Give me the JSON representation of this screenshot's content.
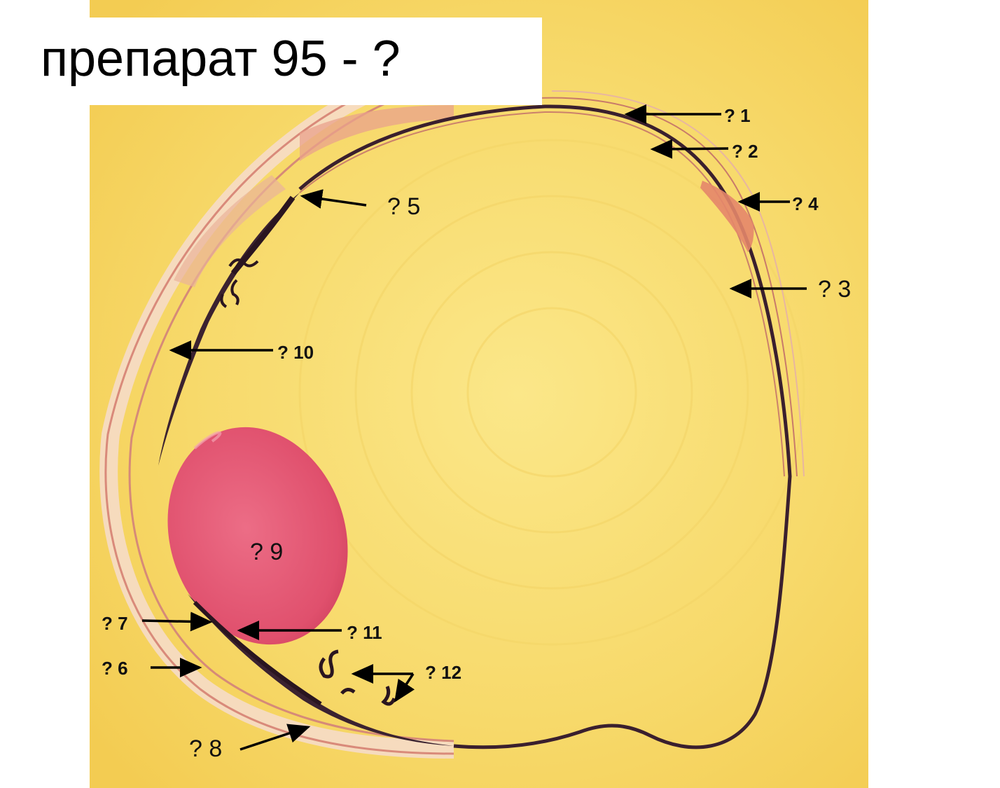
{
  "title": "препарат 95 - ?",
  "labels": {
    "l1": "? 1",
    "l2": "? 2",
    "l3": "? 3",
    "l4": "? 4",
    "l5": "? 5",
    "l6": "? 6",
    "l7": "? 7",
    "l8": "? 8",
    "l9": "? 9",
    "l10": "? 10",
    "l11": "? 11",
    "l12": "? 12"
  },
  "colors": {
    "background": "#f2c94c",
    "wall": "#3a1f2e",
    "sclera": "#e8a090",
    "lens": "#e25572"
  }
}
